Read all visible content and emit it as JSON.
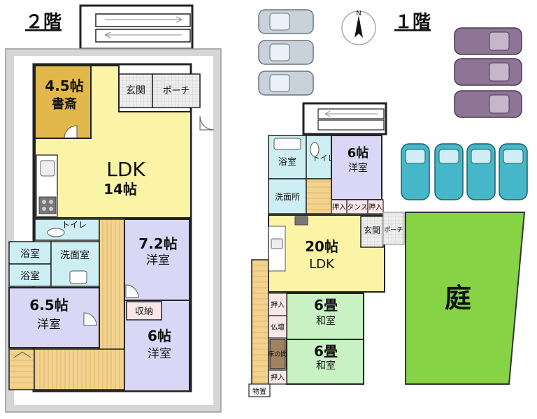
{
  "floor2": {
    "title": "２階",
    "rooms": {
      "study_size": "4.5帖",
      "study_name": "書斎",
      "genkan": "玄関",
      "porch": "ポーチ",
      "ldk_name": "LDK",
      "ldk_size": "14帖",
      "toilet": "トイレ",
      "bath1": "浴室",
      "bath2": "浴室",
      "washroom": "洗面室",
      "room72_size": "7.2帖",
      "room72_name": "洋室",
      "storage": "収納",
      "room65_size": "6.5帖",
      "room65_name": "洋室",
      "room6_size": "6帖",
      "room6_name": "洋室"
    }
  },
  "floor1": {
    "title": "１階",
    "compass": "N",
    "rooms": {
      "bath": "浴室",
      "toilet": "トイレ",
      "room6_size": "6帖",
      "room6_name": "洋室",
      "washroom": "洗面所",
      "oshiire_a": "押入",
      "closet": "タンス",
      "oshiire_b": "押入",
      "genkan": "玄関",
      "porch": "ポーチ",
      "ldk_size": "20帖",
      "ldk_name": "LDK",
      "oshiire_c": "押入",
      "butsudan": "仏壇",
      "tokonoma": "床の間",
      "oshiire_d": "押入",
      "tatami1_size": "6畳",
      "tatami1_name": "和室",
      "tatami2_size": "6畳",
      "tatami2_name": "和室",
      "shed": "物置",
      "garden": "庭"
    }
  },
  "colors": {
    "ldk": "#fbf4a6",
    "study": "#e3b84a",
    "western": "#d9d7f5",
    "wet": "#cdeff4",
    "tatami": "#c9f2c4",
    "wood": "#f2d28e",
    "garden": "#86d445",
    "balcony": "#d6d6d6",
    "tokonoma": "#a08260",
    "oshiire": "#fbe7ea",
    "car_gray": "#c9d1db",
    "car_purple": "#8f7595",
    "car_teal": "#46b7c9"
  }
}
